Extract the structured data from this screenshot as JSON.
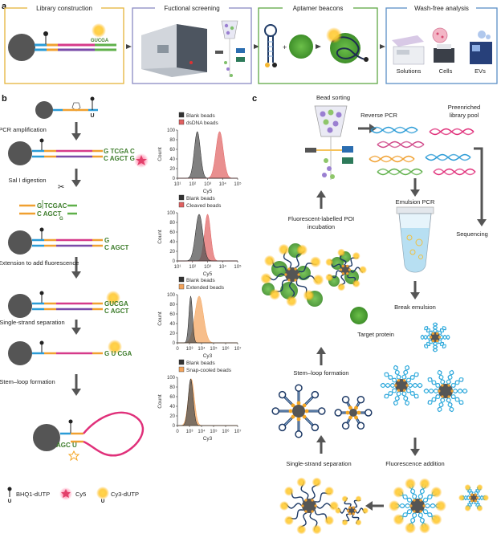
{
  "panel_a": {
    "letter": "a",
    "boxes": [
      {
        "title": "Library construction",
        "color": "#e5b43a",
        "seq": "GUCGA"
      },
      {
        "title": "Fuctional screening",
        "color": "#8a8ac4"
      },
      {
        "title": "Aptamer beacons",
        "color": "#5fa845"
      },
      {
        "title": "Wash-free analysis",
        "color": "#5b8fc7",
        "items": [
          "Solutions",
          "Cells",
          "EVs"
        ]
      }
    ]
  },
  "panel_b": {
    "letter": "b",
    "steps": [
      "PCR amplification",
      "Sal I digestion",
      "Extension to add fluorescence",
      "Single-strand separation",
      "Stem–loop formation"
    ],
    "sequences": {
      "pcr_top": "G TCGA C",
      "pcr_bot": "C AGCT G",
      "sal_top": "G",
      "sal_top2": "TCGAC",
      "sal_bot": "C AGCT",
      "sal_bot2": "G",
      "dig_top": "G",
      "dig_bot": "C AGCT",
      "ext_top": "GUCGA",
      "ext_bot": "C AGCT",
      "ss": "G U CGA",
      "loop": "AGC U"
    },
    "legend": [
      {
        "label": "BHQ1-dUTP",
        "icon": "quencher-icon"
      },
      {
        "label": "Cy5",
        "icon": "cy5-star-icon",
        "color": "#e2406a"
      },
      {
        "label": "Cy3-dUTP",
        "icon": "cy3-star-icon",
        "color": "#f5a623"
      }
    ]
  },
  "histograms": [
    {
      "legend": [
        "Blank beads",
        "dsDNA beads"
      ],
      "colors": [
        "#333333",
        "#e06060"
      ],
      "ylabel": "Count",
      "xlabel": "Cy5",
      "yticks": [
        "0",
        "20",
        "40",
        "60",
        "80",
        "100"
      ],
      "xticks": [
        "10¹",
        "10²",
        "10³",
        "10⁴",
        "10⁵"
      ],
      "peaks": [
        0.33,
        0.7
      ],
      "widths": [
        0.05,
        0.06
      ]
    },
    {
      "legend": [
        "Blank beads",
        "Cleaved beads"
      ],
      "colors": [
        "#333333",
        "#e06060"
      ],
      "ylabel": "Count",
      "xlabel": "Cy5",
      "yticks": [
        "0",
        "20",
        "40",
        "60",
        "80",
        "100"
      ],
      "xticks": [
        "10¹",
        "10²",
        "10³",
        "10⁴",
        "10⁵"
      ],
      "peaks": [
        0.36,
        0.5
      ],
      "widths": [
        0.06,
        0.05
      ]
    },
    {
      "legend": [
        "Blank beads",
        "Extended beads"
      ],
      "colors": [
        "#333333",
        "#f3a35a"
      ],
      "ylabel": "Count",
      "xlabel": "Cy3",
      "yticks": [
        "0",
        "20",
        "40",
        "60",
        "80",
        "100"
      ],
      "xticks": [
        "0",
        "10³",
        "10⁴",
        "10⁵",
        "10⁶",
        "10⁷"
      ],
      "peaks": [
        0.22,
        0.36
      ],
      "widths": [
        0.03,
        0.07
      ]
    },
    {
      "legend": [
        "Blank beads",
        "Snap-cooled beads"
      ],
      "colors": [
        "#333333",
        "#f3a35a"
      ],
      "ylabel": "Count",
      "xlabel": "Cy3",
      "yticks": [
        "0",
        "20",
        "40",
        "60",
        "80",
        "100"
      ],
      "xticks": [
        "0",
        "10³",
        "10⁴",
        "10⁵",
        "10⁶",
        "10⁷"
      ],
      "peaks": [
        0.22,
        0.23
      ],
      "widths": [
        0.04,
        0.05
      ]
    }
  ],
  "panel_c": {
    "letter": "c",
    "labels": {
      "bead_sorting": "Bead sorting",
      "reverse_pcr": "Reverse PCR",
      "preenriched": "Preenriched library pool",
      "emulsion_pcr": "Emulsion PCR",
      "sequencing": "Sequencing",
      "fluor_poi": "Fluorescent-labelled POI incubation",
      "target_protein": "Target protein",
      "stem_loop": "Stem–loop formation",
      "break_emulsion": "Break emulsion",
      "single_strand": "Single-strand separation",
      "fluor_addition": "Fluorescence addition"
    }
  }
}
